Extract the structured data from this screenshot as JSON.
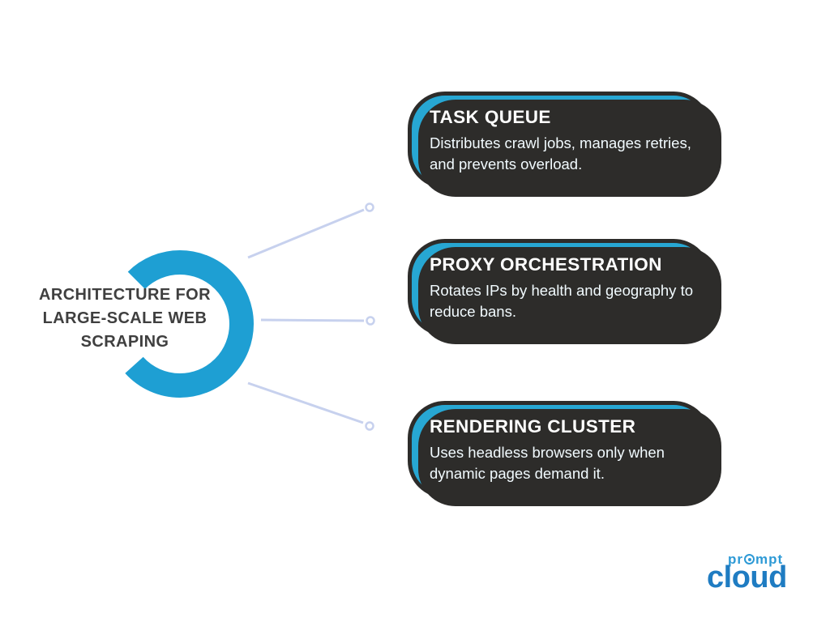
{
  "title": {
    "full": "ARCHITECTURE FOR LARGE-SCALE WEB SCRAPING",
    "lines": [
      "ARCHITECTURE FOR",
      "LARGE-SCALE WEB",
      "SCRAPING"
    ]
  },
  "cards": [
    {
      "heading": "TASK QUEUE",
      "description": "Distributes crawl jobs, manages retries, and prevents overload."
    },
    {
      "heading": "PROXY ORCHESTRATION",
      "description": "Rotates IPs by health and geography to reduce bans."
    },
    {
      "heading": "RENDERING CLUSTER",
      "description": "Uses headless browsers only when dynamic pages demand it."
    }
  ],
  "logo": {
    "brand_top_pre": "pr",
    "brand_top_post": "mpt",
    "brand_bottom": "cloud"
  },
  "colors": {
    "accent_blue": "#27a7d3",
    "ring_blue": "#1e9fd3",
    "dark_outline": "#2d2c2a",
    "connector_line": "#c7d1ee",
    "title_text": "#3f3f3f",
    "logo_blue_light": "#2e9ad6",
    "logo_blue_dark": "#1f7cc2"
  }
}
